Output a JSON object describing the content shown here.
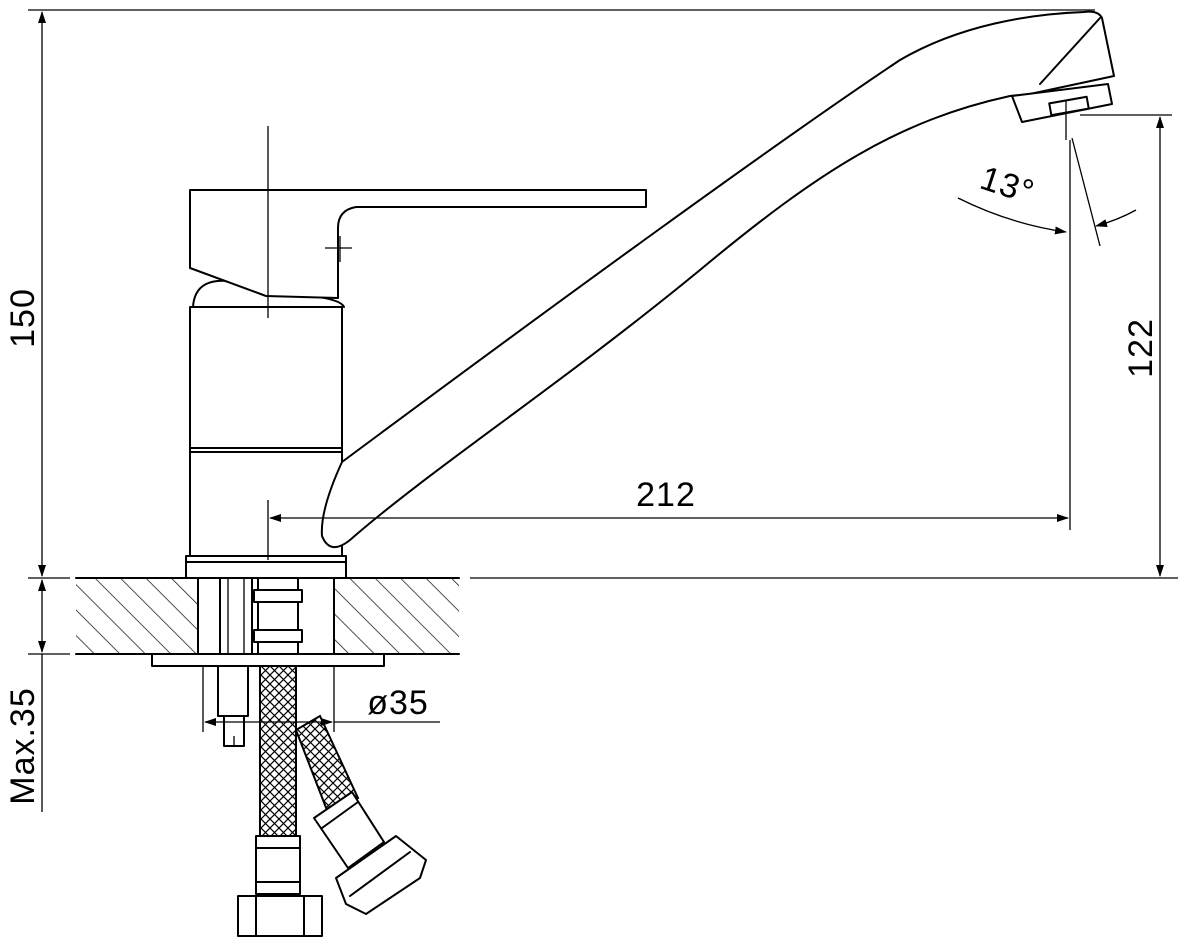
{
  "dimensions": {
    "total_height": "150",
    "spout_height": "122",
    "spout_reach": "212",
    "spout_angle": "13°",
    "hole_diameter": "ø35",
    "max_countertop": "Max.35"
  },
  "colors": {
    "line": "#000000",
    "background": "#ffffff"
  }
}
